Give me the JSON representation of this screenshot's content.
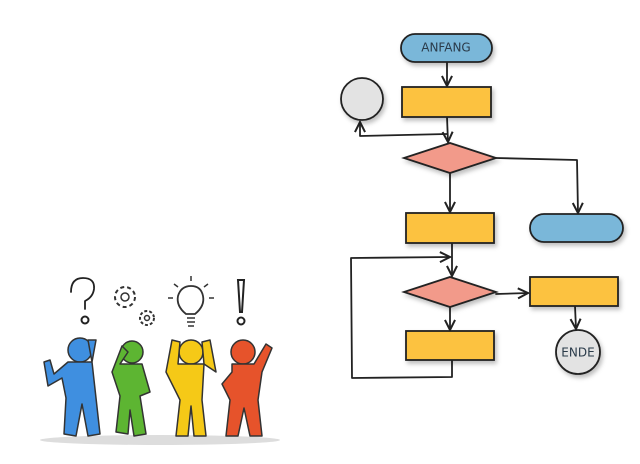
{
  "flowchart": {
    "start_label": "ANFANG",
    "end_label": "ENDE",
    "colors": {
      "terminal": "#7ab7d9",
      "process": "#fcc23f",
      "decision": "#f29a8a",
      "connector": "#e3e3e3",
      "figure_blue": "#3f8fe0",
      "figure_green": "#5db532",
      "figure_yellow": "#f5c917",
      "figure_red": "#e6532b"
    }
  },
  "figures": [
    {
      "color": "blue",
      "symbol": "question-mark"
    },
    {
      "color": "green",
      "symbol": "gears"
    },
    {
      "color": "yellow",
      "symbol": "light-bulb"
    },
    {
      "color": "red",
      "symbol": "exclamation-mark"
    }
  ]
}
